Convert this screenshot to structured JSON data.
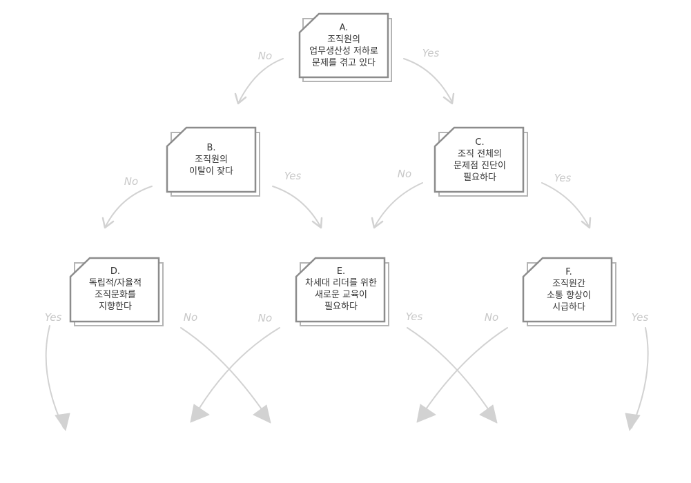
{
  "nodes": [
    {
      "id": "A",
      "lines": [
        "A.",
        "조직원의",
        "업무생산성 저하로",
        "문제를 겪고 있다"
      ]
    },
    {
      "id": "B",
      "lines": [
        "B.",
        "조직원의",
        "이탈이 잦다"
      ]
    },
    {
      "id": "C",
      "lines": [
        "C.",
        "조직 전체의",
        "문제점 진단이",
        "필요하다"
      ]
    },
    {
      "id": "D",
      "lines": [
        "D.",
        "독립적/자율적",
        "조직문화를",
        "지향한다"
      ]
    },
    {
      "id": "E",
      "lines": [
        "E.",
        "차세대 리더를 위한",
        "새로운 교육이",
        "필요하다"
      ]
    },
    {
      "id": "F",
      "lines": [
        "F.",
        "조직원간",
        "소통 향상이",
        "시급하다"
      ]
    }
  ],
  "edges": [
    {
      "from": "A",
      "label": "No"
    },
    {
      "from": "A",
      "label": "Yes"
    },
    {
      "from": "B",
      "label": "No"
    },
    {
      "from": "B",
      "label": "Yes"
    },
    {
      "from": "C",
      "label": "No"
    },
    {
      "from": "C",
      "label": "Yes"
    },
    {
      "from": "D",
      "label": "Yes"
    },
    {
      "from": "D",
      "label": "No"
    },
    {
      "from": "E",
      "label": "No"
    },
    {
      "from": "E",
      "label": "Yes"
    },
    {
      "from": "F",
      "label": "No"
    },
    {
      "from": "F",
      "label": "Yes"
    }
  ],
  "colors": {
    "node_border": "#8c8c8c",
    "node_shadow": "#b4b4b4",
    "node_fill": "#ffffff",
    "text": "#333333",
    "edge": "#d2d2d2",
    "edge_label": "#c8c8c8"
  }
}
